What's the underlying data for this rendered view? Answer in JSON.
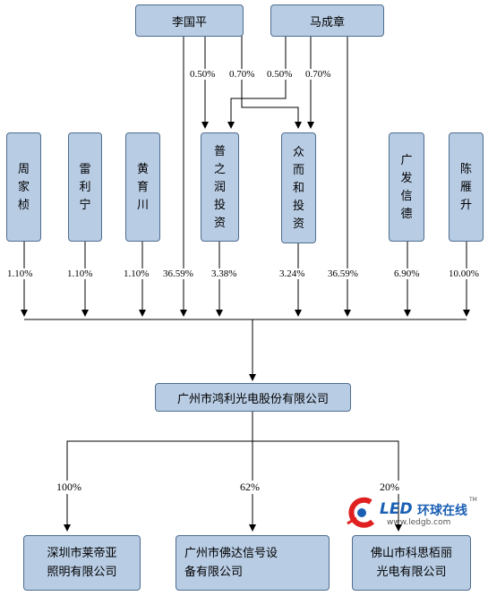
{
  "shareholders_top": [
    {
      "id": "li",
      "name": "李国平"
    },
    {
      "id": "ma",
      "name": "马成章"
    }
  ],
  "shareholders_mid": [
    {
      "id": "zhou",
      "chars": [
        "周",
        "家",
        "桢"
      ]
    },
    {
      "id": "lei",
      "chars": [
        "雷",
        "利",
        "宁"
      ]
    },
    {
      "id": "huang",
      "chars": [
        "黄",
        "育",
        "川"
      ]
    },
    {
      "id": "puzhirun",
      "chars": [
        "普",
        "之",
        "润",
        "投",
        "资"
      ]
    },
    {
      "id": "zhongerhe",
      "chars": [
        "众",
        "而",
        "和",
        "投",
        "资"
      ]
    },
    {
      "id": "guangfa",
      "chars": [
        "广",
        "发",
        "信",
        "德"
      ]
    },
    {
      "id": "chen",
      "chars": [
        "陈",
        "雁",
        "升"
      ]
    }
  ],
  "upper_percentages": [
    "0.50%",
    "0.70%",
    "0.50%",
    "0.70%"
  ],
  "ownership_percentages": [
    "1.10%",
    "1.10%",
    "1.10%",
    "36.59%",
    "3.38%",
    "3.24%",
    "36.59%",
    "6.90%",
    "10.00%"
  ],
  "company": {
    "name": "广州市鸿利光电股份有限公司"
  },
  "subsidiary_percentages": [
    "100%",
    "62%",
    "20%"
  ],
  "subsidiaries": [
    {
      "id": "shenzhen",
      "lines": [
        "深圳市莱帝亚",
        "照明有限公司"
      ]
    },
    {
      "id": "guangzhou",
      "lines": [
        "广州市佛达信号设",
        "备有限公司"
      ]
    },
    {
      "id": "foshan",
      "lines": [
        "佛山市科思栢丽",
        "光电有限公司"
      ]
    }
  ],
  "watermark": {
    "brand": "LED",
    "name": "环球在线",
    "url": "www.ledgb.com",
    "tm": "TM"
  },
  "colors": {
    "box_fill": "#b8cce4",
    "box_border": "#4f6d8f",
    "line": "#000000",
    "brand": "#1a5fb4",
    "brand_red": "#e02020"
  }
}
